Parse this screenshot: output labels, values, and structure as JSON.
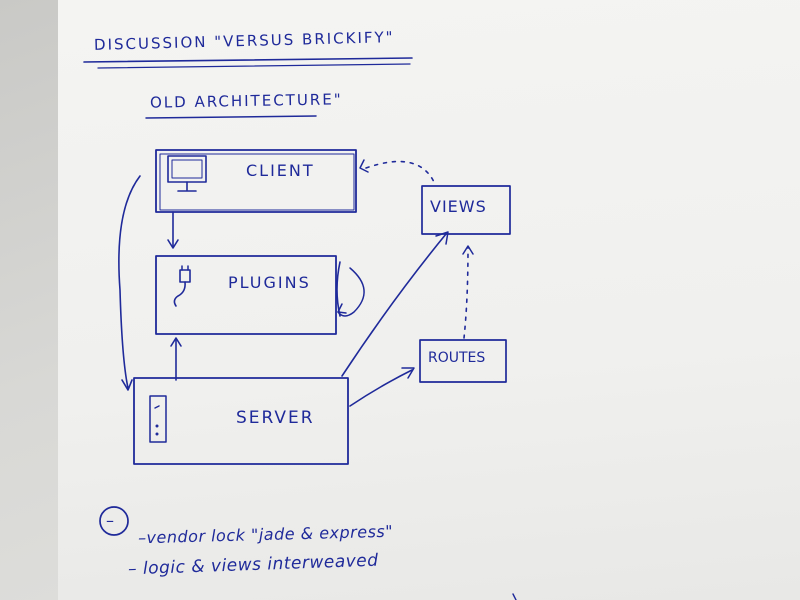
{
  "notes": {
    "title": "DISCUSSION \"VERSUS BRICKIFY\"",
    "subtitle": "OLD ARCHITECTURE\""
  },
  "diagram": {
    "nodes": {
      "client": "CLIENT",
      "plugins": "PLUGINS",
      "server": "SERVER",
      "views": "VIEWS",
      "routes": "ROUTES"
    }
  },
  "drawbacks": {
    "marker": "–",
    "items": [
      "–vendor lock  \"jade & express\"",
      "– logic & views interweaved"
    ]
  },
  "colors": {
    "ink": "#1f2a9a",
    "paper": "#f2f2f0",
    "desk": "#cfcfcd"
  }
}
